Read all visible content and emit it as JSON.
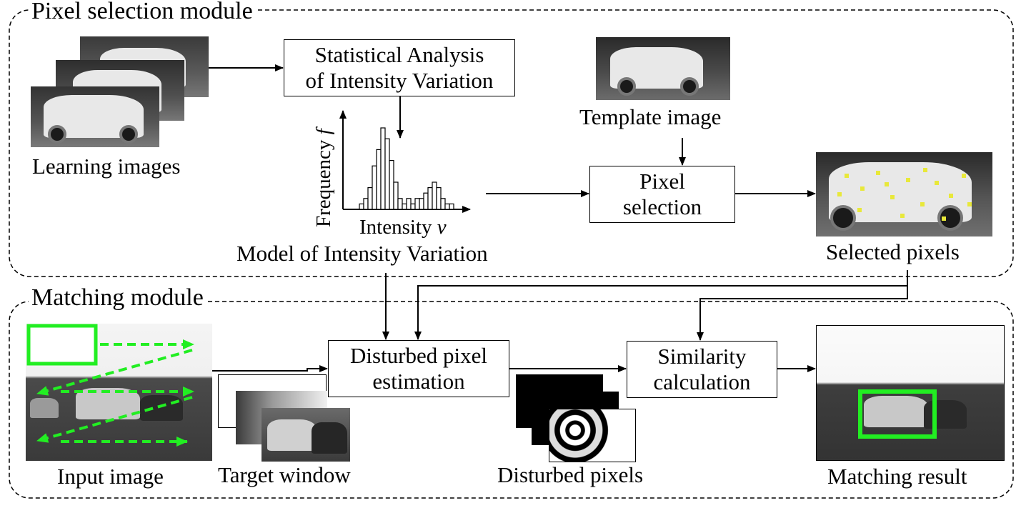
{
  "modules": {
    "pixel_selection": "Pixel selection module",
    "matching": "Matching module"
  },
  "boxes": {
    "statistical_analysis": [
      "Statistical Analysis",
      "of Intensity Variation"
    ],
    "pixel_selection": [
      "Pixel",
      "selection"
    ],
    "disturbed_estimation": [
      "Disturbed pixel",
      "estimation"
    ],
    "similarity": [
      "Similarity",
      "calculation"
    ]
  },
  "labels": {
    "learning_images": "Learning images",
    "template_image": "Template image",
    "selected_pixels": "Selected pixels",
    "model": "Model of Intensity Variation",
    "input_image": "Input image",
    "target_window": "Target window",
    "disturbed_pixels": "Disturbed pixels",
    "matching_result": "Matching result"
  },
  "histogram": {
    "y_label_text": "Frequency ",
    "y_label_var": "f",
    "x_label_text": "Intensity ",
    "x_label_var": "v",
    "bins": [
      1,
      2,
      4,
      8,
      11,
      15,
      13,
      9,
      5,
      2,
      1,
      2,
      1,
      2,
      2,
      3,
      4,
      5,
      4,
      2,
      1,
      1
    ]
  },
  "colors": {
    "accent_green": "#22ee22",
    "selected_pixel_yellow": "#e8e83a"
  }
}
